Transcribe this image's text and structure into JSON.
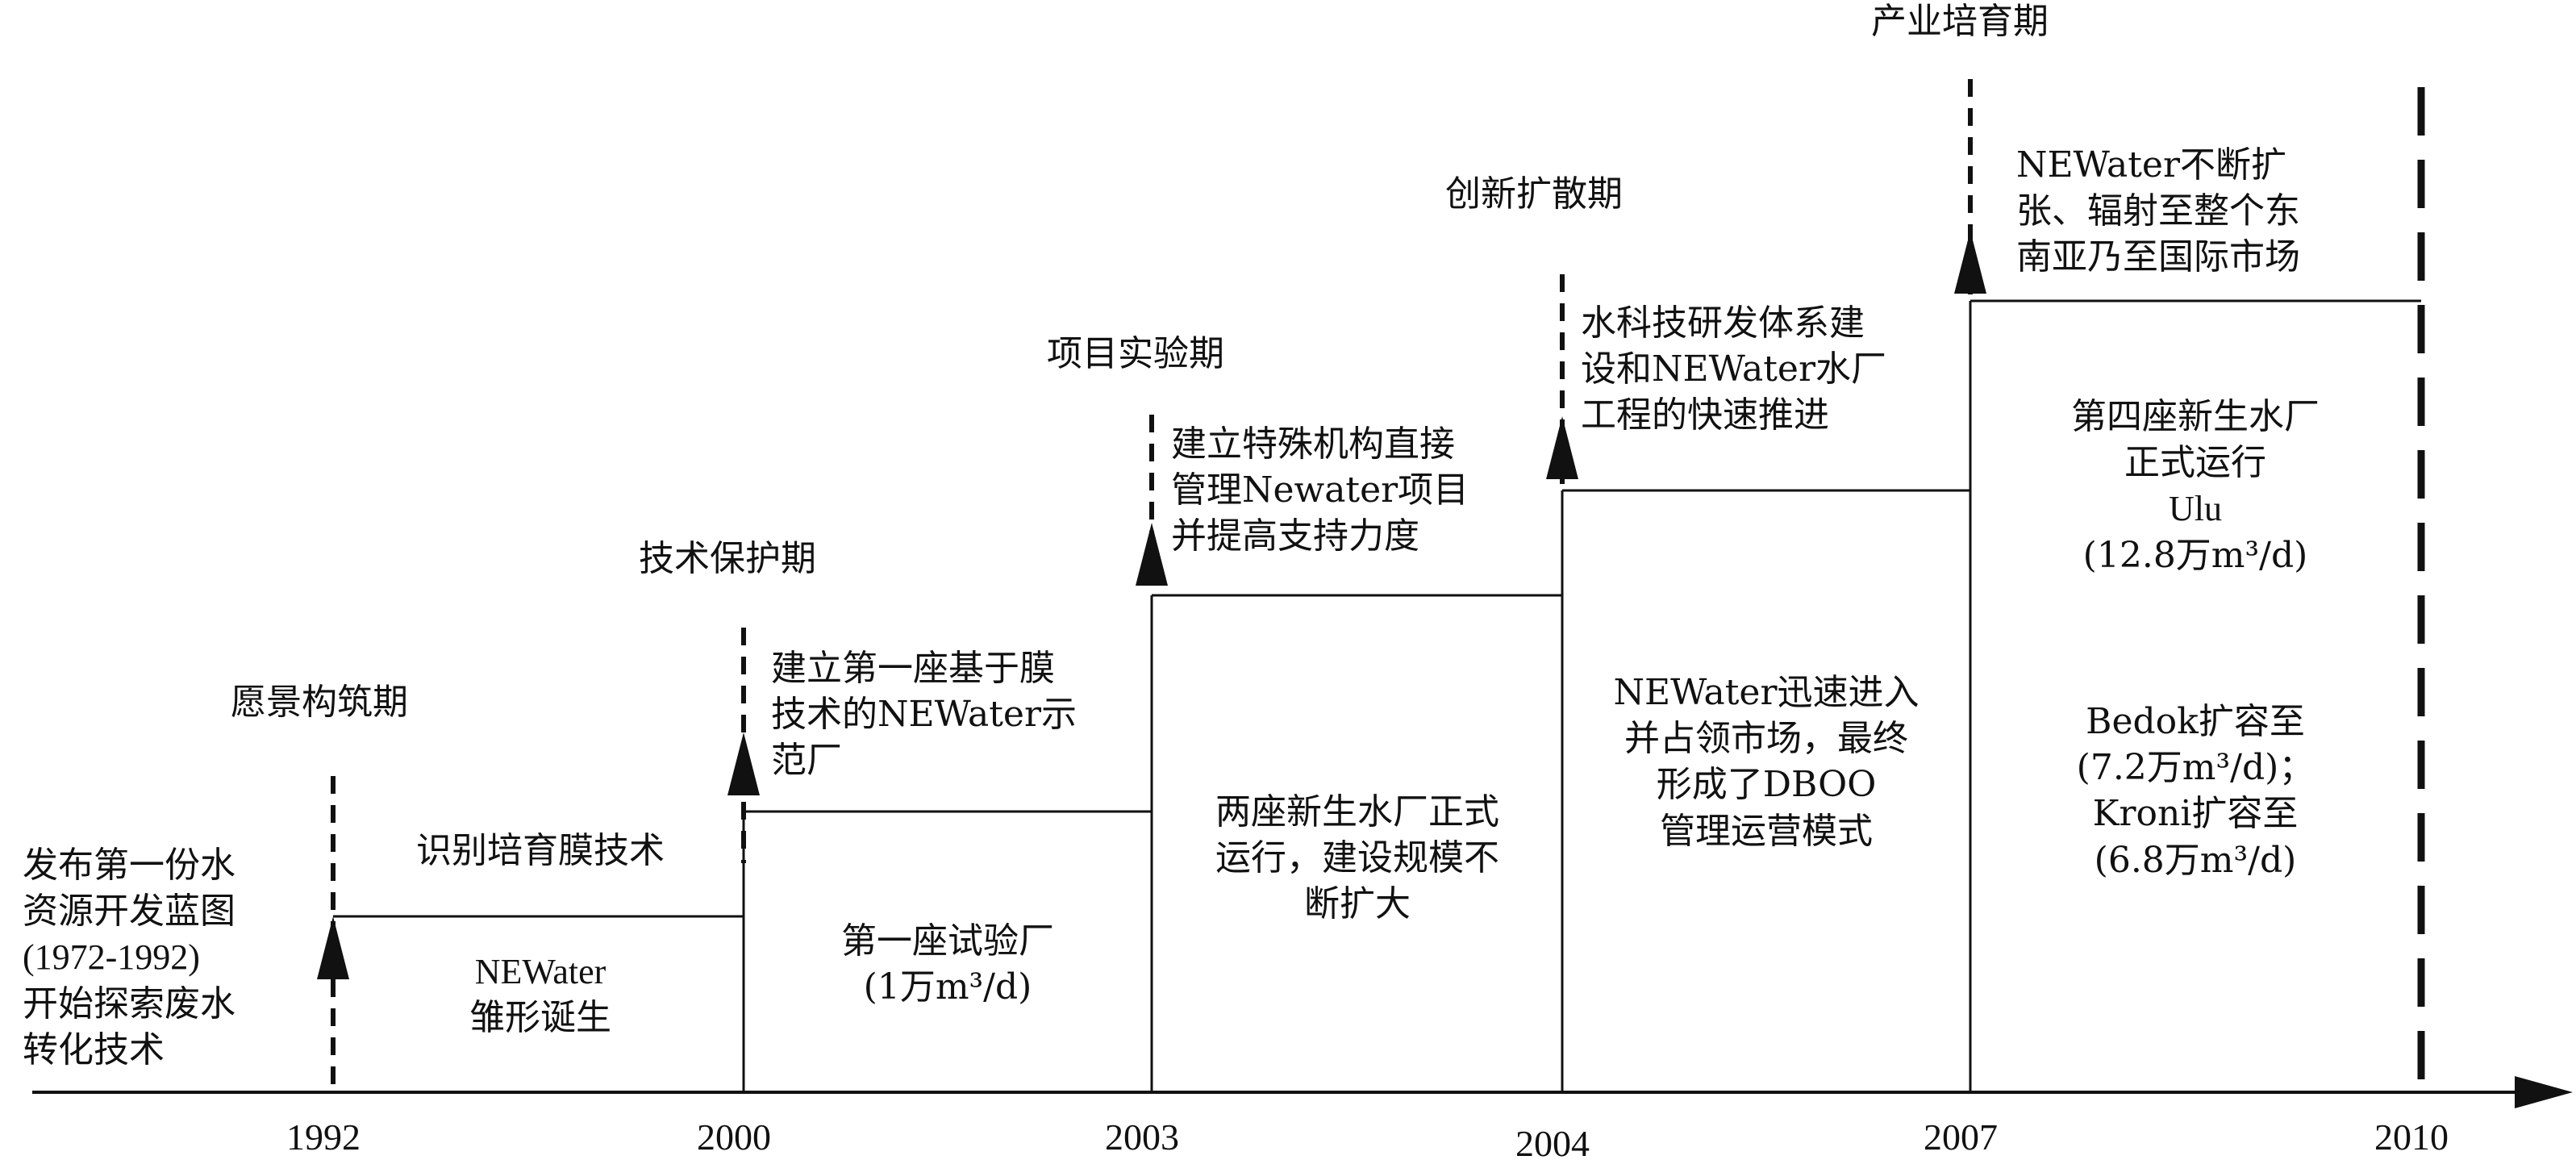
{
  "axis": {
    "years": [
      "1992",
      "2000",
      "2003",
      "2004",
      "2007",
      "2010"
    ]
  },
  "stages": [
    {
      "name": "愿景构筑期"
    },
    {
      "name": "技术保护期"
    },
    {
      "name": "项目实验期"
    },
    {
      "name": "创新扩散期"
    },
    {
      "name": "产业培育期"
    }
  ],
  "labels": {
    "milestone_1992": [
      "发布第一份水",
      "资源开发蓝图",
      "(1972-1992)",
      "开始探索废水",
      "转化技术"
    ],
    "upper_1992_2000": [
      "识别培育膜技术"
    ],
    "lower_1992_2000": [
      "NEWater",
      "雏形诞生"
    ],
    "upper_2000_2003": [
      "建立第一座基于膜",
      "技术的NEWater示",
      "范厂"
    ],
    "lower_2000_2003": [
      "第一座试验厂",
      "(1万m³/d)"
    ],
    "upper_2003_2004": [
      "建立特殊机构直接",
      "管理Newater项目",
      "并提高支持力度"
    ],
    "lower_2003_2004": [
      "两座新生水厂正式",
      "运行，建设规模不",
      "断扩大"
    ],
    "upper_2004_2007": [
      "水科技研发体系建",
      "设和NEWater水厂",
      "工程的快速推进"
    ],
    "lower_2004_2007": [
      "NEWater迅速进入",
      "并占领市场，最终",
      "形成了DBOO",
      "管理运营模式"
    ],
    "upper_2007_2010": [
      "NEWater不断扩",
      "张、辐射至整个东",
      "南亚乃至国际市场"
    ],
    "lower_2007_2010_a": [
      "第四座新生水厂",
      "正式运行",
      "Ulu",
      "(12.8万m³/d)"
    ],
    "lower_2007_2010_b": [
      "Bedok扩容至",
      "(7.2万m³/d)；",
      "Kroni扩容至",
      "(6.8万m³/d)"
    ]
  },
  "colors": {
    "ink": "#111111",
    "background": "#ffffff"
  }
}
